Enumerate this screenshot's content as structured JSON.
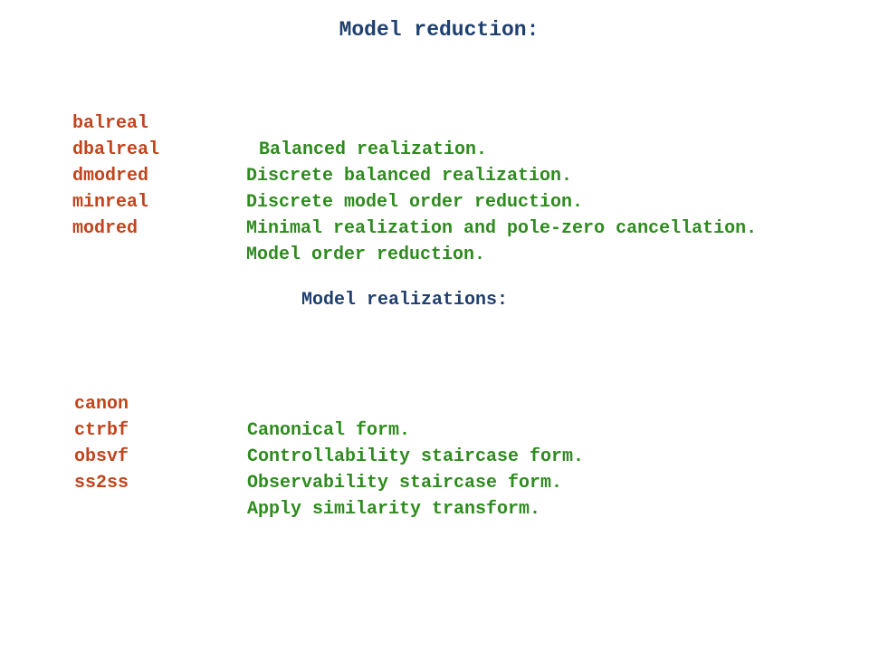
{
  "model_reduction": {
    "title": "Model reduction:",
    "items": [
      {
        "command": "balreal",
        "description": "Balanced realization."
      },
      {
        "command": "dbalreal",
        "description": "Discrete balanced realization."
      },
      {
        "command": "dmodred",
        "description": "Discrete model order reduction."
      },
      {
        "command": "minreal",
        "description": "Minimal realization and pole-zero cancellation."
      },
      {
        "command": "modred",
        "description": "Model order reduction."
      }
    ]
  },
  "model_realizations": {
    "title": "Model realizations:",
    "items": [
      {
        "command": "canon",
        "description": "Canonical form."
      },
      {
        "command": "ctrbf",
        "description": "Controllability staircase form."
      },
      {
        "command": "obsvf",
        "description": "Observability staircase form."
      },
      {
        "command": "ss2ss",
        "description": "Apply similarity transform."
      }
    ]
  },
  "colors": {
    "heading": "#1f3f6e",
    "command": "#c1441c",
    "description": "#2e8b1e",
    "background": "#ffffff"
  }
}
